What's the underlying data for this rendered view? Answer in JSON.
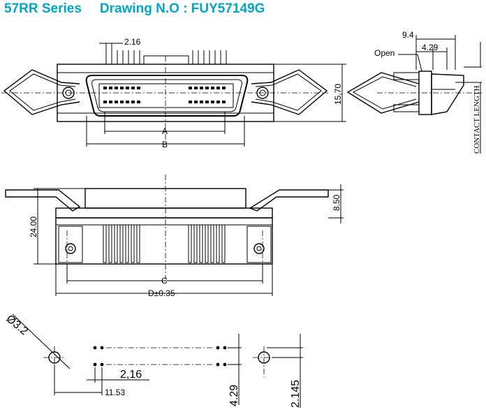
{
  "header": {
    "series": "57RR Series",
    "drawing_no": "Drawing N.O : FUY57149G"
  },
  "front_view": {
    "pitch": "2.16",
    "height": "15,70",
    "label_a": "A",
    "label_b": "B"
  },
  "side_view": {
    "dim_outer": "9.4",
    "dim_inner": "4.29",
    "open_label": "Open",
    "contact_length": "CONTACT LENGTH"
  },
  "bottom_view": {
    "height_total": "24.00",
    "height_latch": "8.50",
    "label_c": "C",
    "label_d": "D±0.35"
  },
  "footprint": {
    "hole_diameter": "Ø3.2",
    "pitch": "2,16",
    "offset": "11.53",
    "row_spacing": "4.29",
    "hole_offset": "2.145"
  }
}
